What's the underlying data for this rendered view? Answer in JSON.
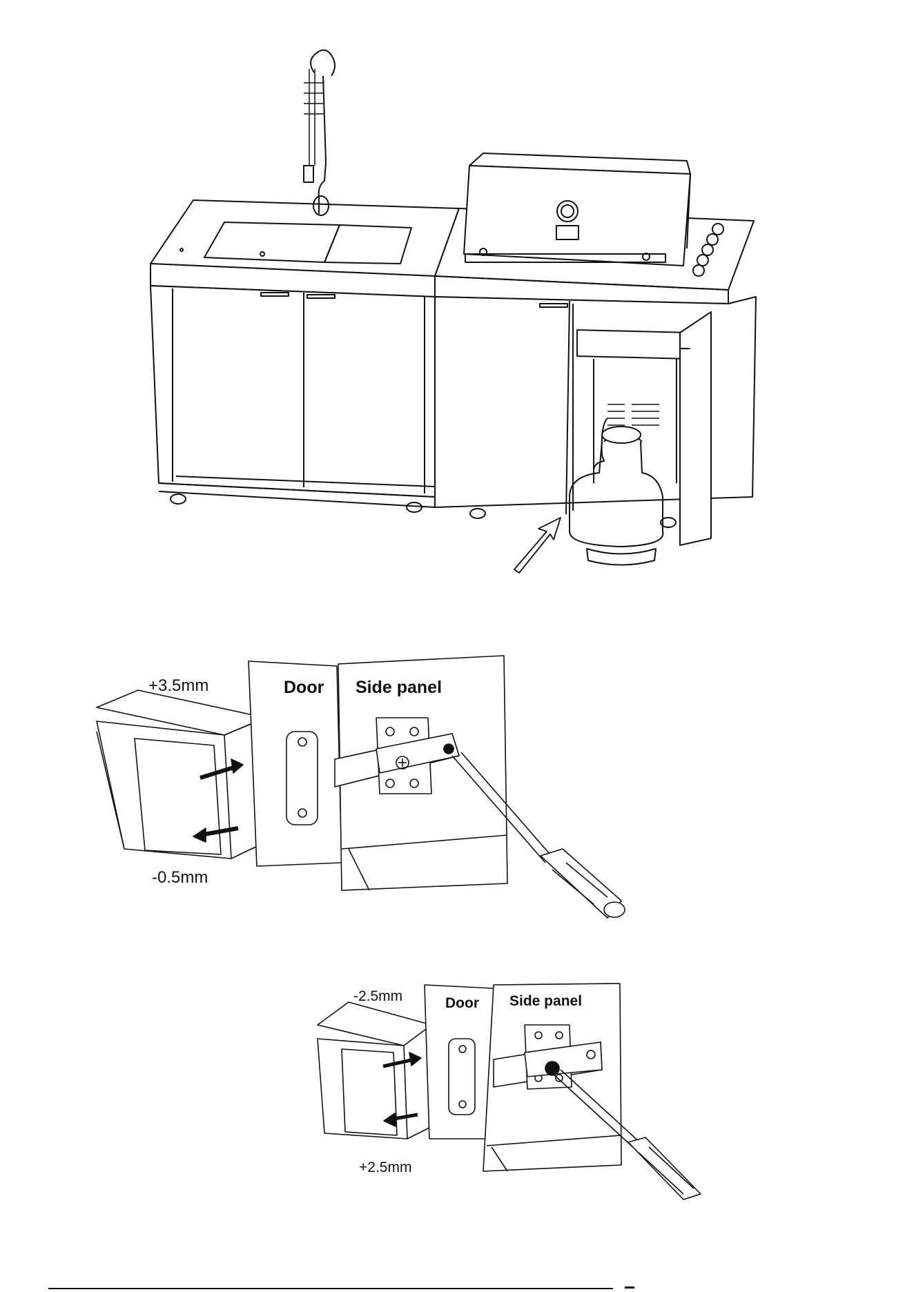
{
  "figure2": {
    "top_offset": "+3.5mm",
    "bottom_offset": "-0.5mm",
    "door": "Door",
    "side_panel": "Side panel"
  },
  "figure3": {
    "top_offset": "-2.5mm",
    "bottom_offset": "+2.5mm",
    "door": "Door",
    "side_panel": "Side panel"
  }
}
